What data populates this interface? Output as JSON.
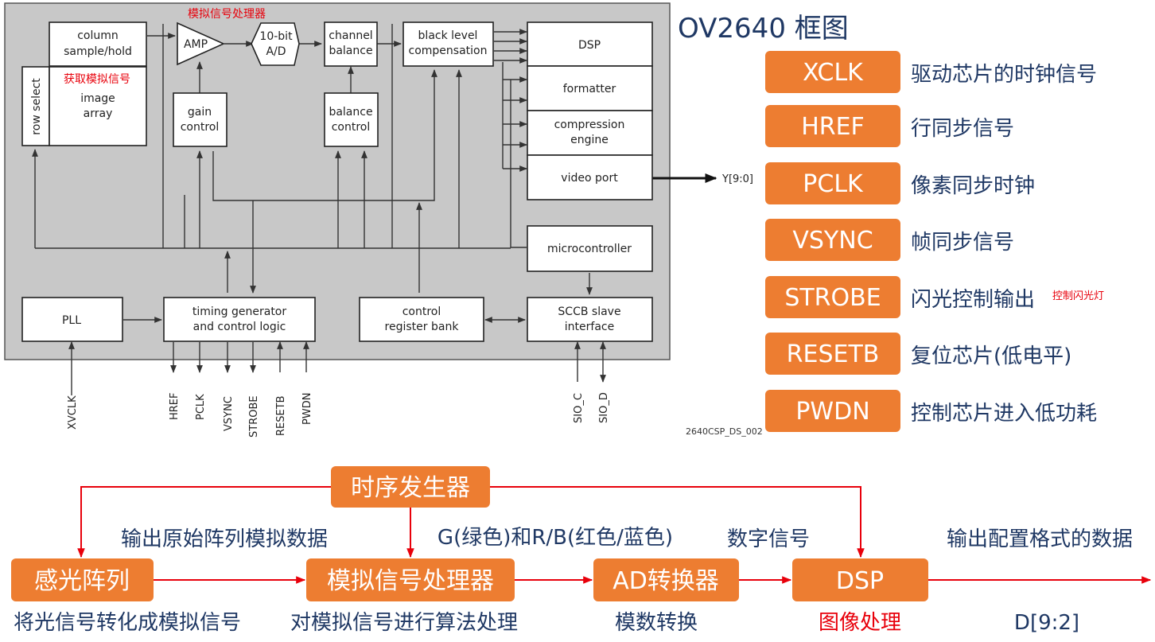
{
  "title": "OV2640 框图",
  "block": {
    "column": [
      "column",
      "sample/hold"
    ],
    "row_select": "row select",
    "image_array": [
      "image",
      "array"
    ],
    "amp": "AMP",
    "adc": [
      "10-bit",
      "A/D"
    ],
    "channel_balance": [
      "channel",
      "balance"
    ],
    "black_level": [
      "black level",
      "compensation"
    ],
    "dsp": "DSP",
    "formatter": "formatter",
    "compression": [
      "compression",
      "engine"
    ],
    "video_port": "video port",
    "gain_control": [
      "gain",
      "control"
    ],
    "balance_control": [
      "balance",
      "control"
    ],
    "microcontroller": "microcontroller",
    "pll": "PLL",
    "timing": [
      "timing generator",
      "and control logic"
    ],
    "control_reg": [
      "control",
      "register bank"
    ],
    "sccb": [
      "SCCB slave",
      "interface"
    ],
    "y_bus": "Y[9:0]",
    "pins": [
      "XVCLK",
      "HREF",
      "PCLK",
      "VSYNC",
      "STROBE",
      "RESETB",
      "PWDN",
      "SIO_C",
      "SIO_D"
    ],
    "doc_id": "2640CSP_DS_002"
  },
  "annotations": {
    "analog_processor": "模拟信号处理器",
    "capture_analog": "获取模拟信号",
    "strobe_note": "控制闪光灯"
  },
  "signals": [
    {
      "name": "XCLK",
      "desc": "驱动芯片的时钟信号"
    },
    {
      "name": "HREF",
      "desc": "行同步信号"
    },
    {
      "name": "PCLK",
      "desc": "像素同步时钟"
    },
    {
      "name": "VSYNC",
      "desc": "帧同步信号"
    },
    {
      "name": "STROBE",
      "desc": "闪光控制输出"
    },
    {
      "name": "RESETB",
      "desc": "复位芯片(低电平)"
    },
    {
      "name": "PWDN",
      "desc": "控制芯片进入低功耗"
    }
  ],
  "flow": {
    "timing": "时序发生器",
    "sensor": "感光阵列",
    "analog": "模拟信号处理器",
    "adc": "AD转换器",
    "dsp": "DSP",
    "label_raw": "输出原始阵列模拟数据",
    "label_rgb": "G(绿色)和R/B(红色/蓝色)",
    "label_digital": "数字信号",
    "label_out": "输出配置格式的数据",
    "sub_sensor": "将光信号转化成模拟信号",
    "sub_analog": "对模拟信号进行算法处理",
    "sub_adc": "模数转换",
    "sub_dsp": "图像处理",
    "sub_out": "D[9:2]"
  },
  "colors": {
    "orange": "#ed7d31",
    "red": "#e8000b",
    "navy": "#1f3864",
    "chip_gray": "#c8c8c8"
  }
}
